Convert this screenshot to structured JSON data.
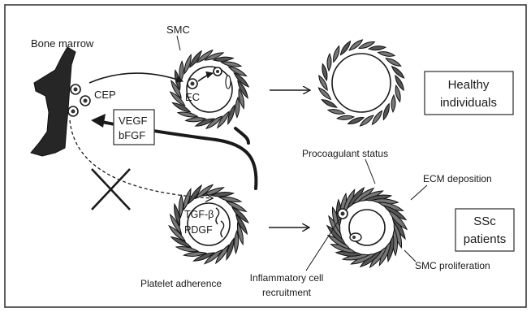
{
  "labels": {
    "bone_marrow": "Bone marrow",
    "smc": "SMC",
    "ec": "EC",
    "cep": "CEP",
    "growth_factors": [
      "VEGF",
      "bFGF"
    ],
    "healthy": [
      "Healthy",
      "individuals"
    ],
    "procoagulant": "Procoagulant status",
    "ecm": "ECM deposition",
    "tgf": "TGF-β",
    "pdgf": "PDGF",
    "ssc": [
      "SSc",
      "patients"
    ],
    "platelet": "Platelet adherence",
    "inflammatory": [
      "Inflammatory cell",
      "recruitment"
    ],
    "smc_proliferation": "SMC proliferation"
  }
}
